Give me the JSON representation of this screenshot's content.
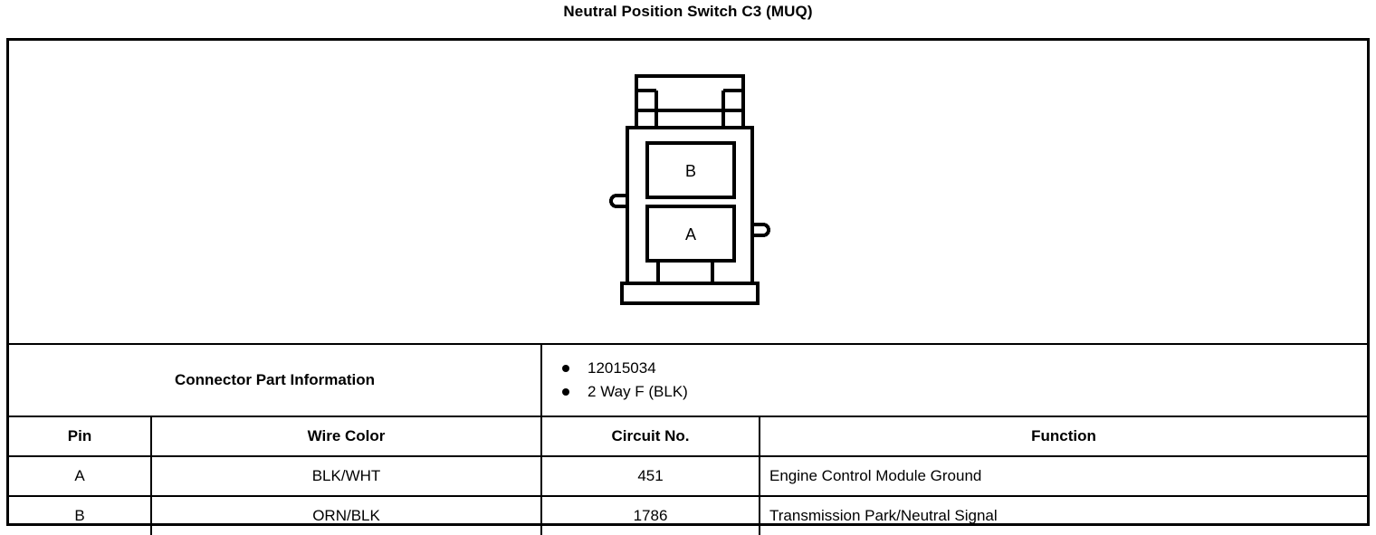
{
  "page": {
    "title": "Neutral Position Switch C3 (MUQ)"
  },
  "connector_diagram": {
    "icon_name": "two-way-connector-illustration",
    "cavity_labels": [
      "B",
      "A"
    ],
    "cavity_count": 2
  },
  "part_information": {
    "label": "Connector Part Information",
    "items": [
      "12015034",
      "2 Way F (BLK)"
    ]
  },
  "pin_table": {
    "headers": [
      "Pin",
      "Wire Color",
      "Circuit No.",
      "Function"
    ],
    "rows": [
      {
        "pin": "A",
        "wire_color": "BLK/WHT",
        "circuit_no": "451",
        "function": "Engine Control Module Ground"
      },
      {
        "pin": "B",
        "wire_color": "ORN/BLK",
        "circuit_no": "1786",
        "function": "Transmission Park/Neutral Signal"
      }
    ]
  },
  "colors": {
    "ink": "#000000",
    "paper": "#ffffff"
  }
}
